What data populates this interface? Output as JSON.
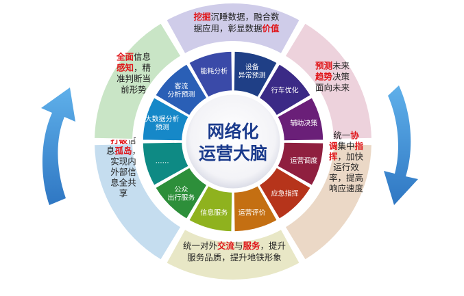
{
  "center": {
    "line1": "网络化",
    "line2": "运营大脑"
  },
  "inner_ring": [
    {
      "label": [
        "设备",
        "异常预测"
      ],
      "color": "#1f3f86"
    },
    {
      "label": [
        "行车优化"
      ],
      "color": "#3b2a86"
    },
    {
      "label": [
        "辅助决策"
      ],
      "color": "#6a1f78"
    },
    {
      "label": [
        "运营调度"
      ],
      "color": "#8f1f3f"
    },
    {
      "label": [
        "应急指挥"
      ],
      "color": "#b6341b"
    },
    {
      "label": [
        "运营评价"
      ],
      "color": "#c46f12"
    },
    {
      "label": [
        "信息服务"
      ],
      "color": "#8fb21e"
    },
    {
      "label": [
        "公众",
        "出行服务"
      ],
      "color": "#2d8f3a"
    },
    {
      "label": [
        "……"
      ],
      "color": "#0e8a84"
    },
    {
      "label": [
        "大数据分析",
        "预测"
      ],
      "color": "#1688c8"
    },
    {
      "label": [
        "客流",
        "分析预测"
      ],
      "color": "#2a5fb6"
    },
    {
      "label": [
        "能耗分析"
      ],
      "color": "#3a4aa8"
    }
  ],
  "outer_ring": [
    {
      "color": "#cfcce9",
      "lines": [
        [
          {
            "t": "挖掘",
            "hl": true
          },
          {
            "t": "沉睡数据，融合数",
            "hl": false
          }
        ],
        [
          {
            "t": "据应用，彰显数据",
            "hl": false
          },
          {
            "t": "价值",
            "hl": true
          }
        ]
      ]
    },
    {
      "color": "#edd2dc",
      "lines": [
        [
          {
            "t": "预测",
            "hl": true
          },
          {
            "t": "未来",
            "hl": false
          }
        ],
        [
          {
            "t": "趋势",
            "hl": true
          },
          {
            "t": "决策",
            "hl": false
          }
        ],
        [
          {
            "t": "面向未来",
            "hl": false
          }
        ]
      ]
    },
    {
      "color": "#ebd8c6",
      "lines": [
        [
          {
            "t": "统一",
            "hl": false
          },
          {
            "t": "协",
            "hl": true
          }
        ],
        [
          {
            "t": "调",
            "hl": true
          },
          {
            "t": "集中",
            "hl": false
          },
          {
            "t": "指",
            "hl": true
          }
        ],
        [
          {
            "t": "挥",
            "hl": true
          },
          {
            "t": "，加快",
            "hl": false
          }
        ],
        [
          {
            "t": "运行效",
            "hl": false
          }
        ],
        [
          {
            "t": "率，提高",
            "hl": false
          }
        ],
        [
          {
            "t": "响应速度",
            "hl": false
          }
        ]
      ]
    },
    {
      "color": "#e8e7c6",
      "lines": [
        [
          {
            "t": "统一对外",
            "hl": false
          },
          {
            "t": "交流",
            "hl": true
          },
          {
            "t": "与",
            "hl": false
          },
          {
            "t": "服务",
            "hl": true
          },
          {
            "t": "，提升",
            "hl": false
          }
        ],
        [
          {
            "t": "服务品质，提升地铁形象",
            "hl": false
          }
        ]
      ]
    },
    {
      "color": "#c5ddef",
      "lines": [
        [
          {
            "t": "打破",
            "hl": true
          },
          {
            "t": "信",
            "hl": false
          }
        ],
        [
          {
            "t": "息",
            "hl": false
          },
          {
            "t": "孤岛",
            "hl": true
          },
          {
            "t": "，",
            "hl": false
          }
        ],
        [
          {
            "t": "实现内",
            "hl": false
          }
        ],
        [
          {
            "t": "外部信",
            "hl": false
          }
        ],
        [
          {
            "t": "息全共",
            "hl": false
          }
        ],
        [
          {
            "t": "享",
            "hl": false
          }
        ]
      ]
    },
    {
      "color": "#c9e5c6",
      "lines": [
        [
          {
            "t": "全面",
            "hl": true
          },
          {
            "t": "信息",
            "hl": false
          }
        ],
        [
          {
            "t": "感知",
            "hl": true
          },
          {
            "t": "，精",
            "hl": false
          }
        ],
        [
          {
            "t": "准判断当",
            "hl": false
          }
        ],
        [
          {
            "t": "前形势",
            "hl": false
          }
        ]
      ]
    }
  ],
  "colors": {
    "highlight": "#e0161a",
    "text": "#222222",
    "arrow": "#4a98dc",
    "white": "#ffffff"
  }
}
